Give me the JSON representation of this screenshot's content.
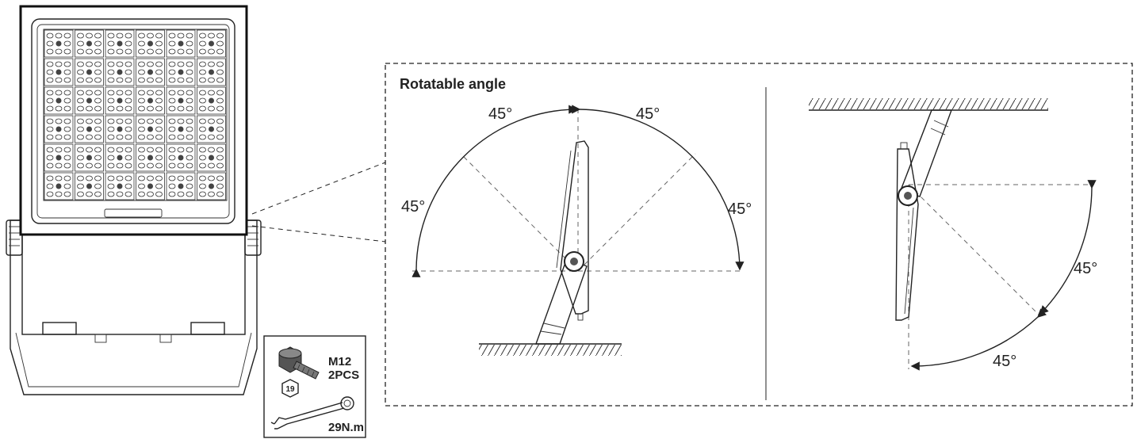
{
  "callout": {
    "title": "Rotatable angle"
  },
  "left_view": {
    "angle_top_left": "45°",
    "angle_top_right": "45°",
    "angle_side_left": "45°",
    "angle_side_right": "45°"
  },
  "right_view": {
    "angle_upper": "45°",
    "angle_lower": "45°"
  },
  "hardware": {
    "bolt_size": "M12",
    "bolt_qty": "2PCS",
    "wrench_size": "19",
    "torque": "29N.m"
  },
  "colors": {
    "line": "#222222",
    "guide": "#666666",
    "background": "#ffffff"
  },
  "icons": [
    "bolt-icon",
    "wrench-icon",
    "hex-size-icon",
    "ground-hatch-icon",
    "ceiling-hatch-icon"
  ]
}
